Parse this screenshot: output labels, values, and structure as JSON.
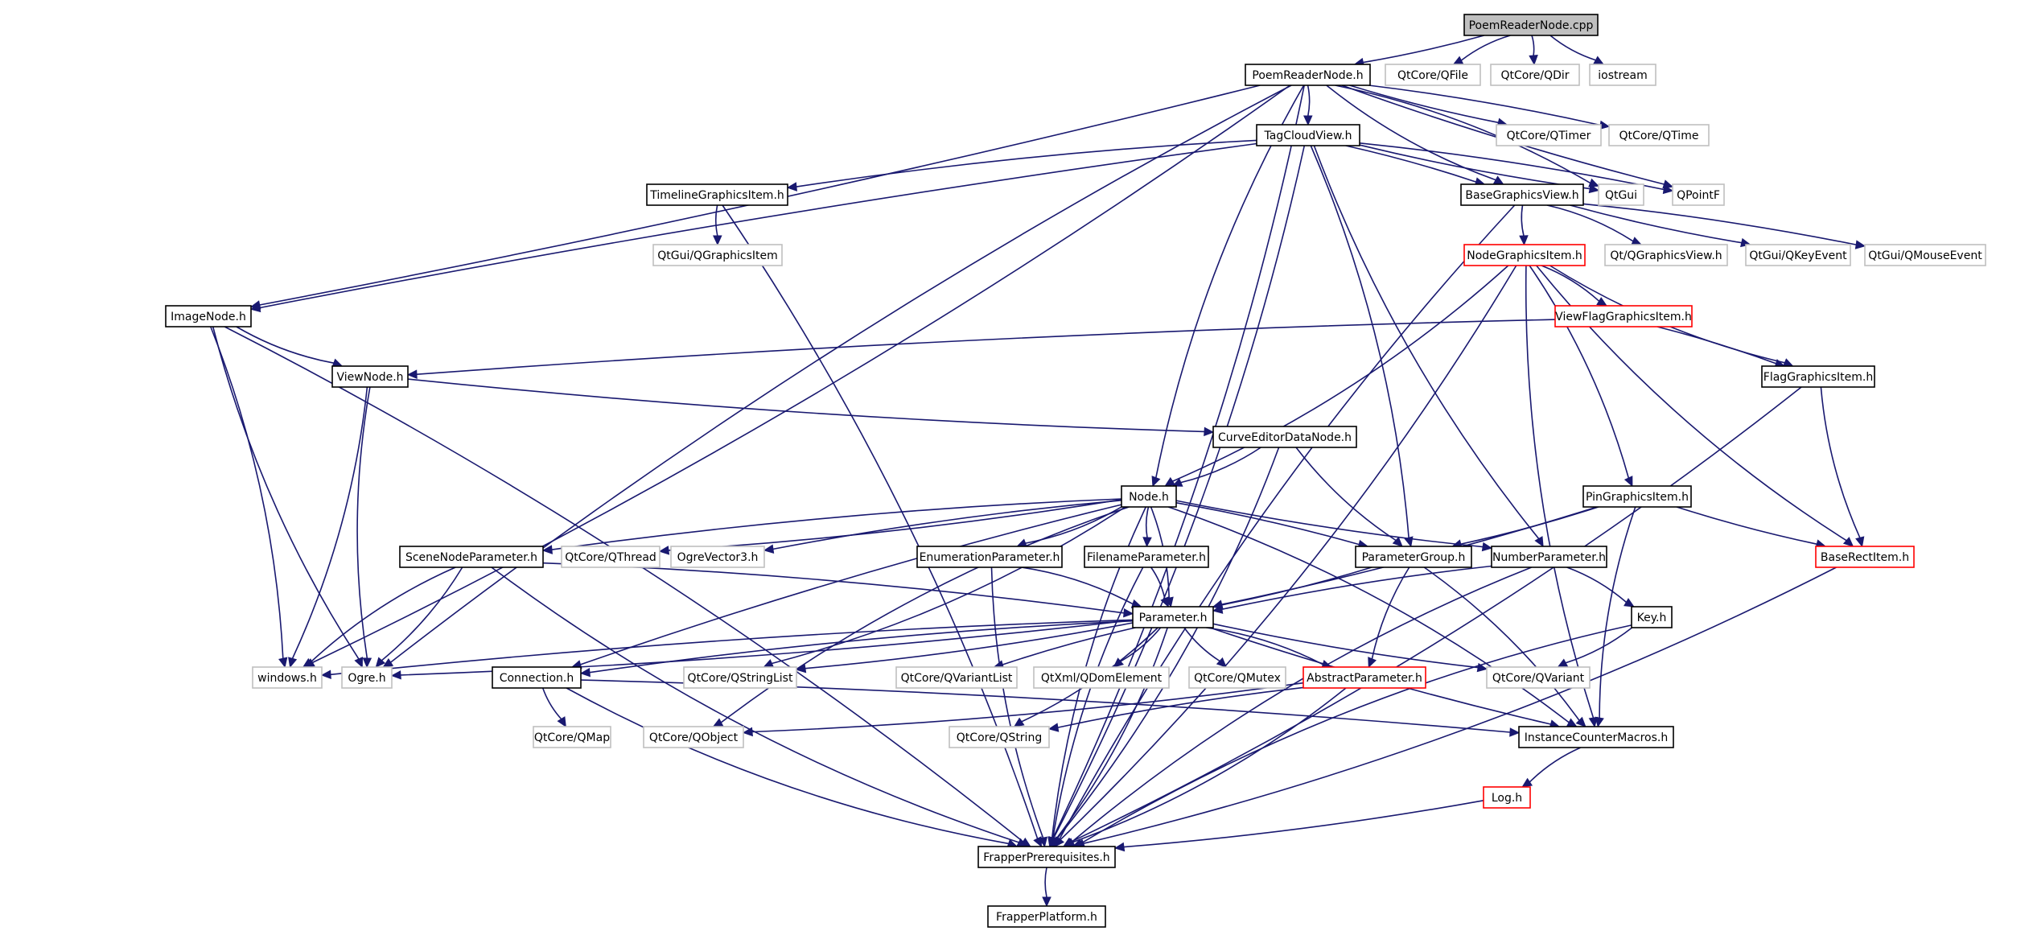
{
  "diagram": {
    "nodes": [
      {
        "id": "poemreadernode_cpp",
        "label": "PoemReaderNode.cpp",
        "style": "root"
      },
      {
        "id": "poemreadernode_h",
        "label": "PoemReaderNode.h",
        "style": "normal"
      },
      {
        "id": "qtcore_qfile",
        "label": "QtCore/QFile",
        "style": "external"
      },
      {
        "id": "qtcore_qdir",
        "label": "QtCore/QDir",
        "style": "external"
      },
      {
        "id": "iostream",
        "label": "iostream",
        "style": "external"
      },
      {
        "id": "tagcloudview_h",
        "label": "TagCloudView.h",
        "style": "normal"
      },
      {
        "id": "qtcore_qtimer",
        "label": "QtCore/QTimer",
        "style": "external"
      },
      {
        "id": "qtcore_qtime",
        "label": "QtCore/QTime",
        "style": "external"
      },
      {
        "id": "timelinegraphicsitem_h",
        "label": "TimelineGraphicsItem.h",
        "style": "normal"
      },
      {
        "id": "basegraphicsview_h",
        "label": "BaseGraphicsView.h",
        "style": "normal"
      },
      {
        "id": "qtgui",
        "label": "QtGui",
        "style": "external"
      },
      {
        "id": "qpointf",
        "label": "QPointF",
        "style": "external"
      },
      {
        "id": "qtgui_qgraphicsitem",
        "label": "QtGui/QGraphicsItem",
        "style": "external"
      },
      {
        "id": "nodegraphicsitem_h",
        "label": "NodeGraphicsItem.h",
        "style": "truncated"
      },
      {
        "id": "qt_qgraphicsview",
        "label": "Qt/QGraphicsView.h",
        "style": "external"
      },
      {
        "id": "qtgui_qkeyevent",
        "label": "QtGui/QKeyEvent",
        "style": "external"
      },
      {
        "id": "qtgui_qmouseevent",
        "label": "QtGui/QMouseEvent",
        "style": "external"
      },
      {
        "id": "imagenode_h",
        "label": "ImageNode.h",
        "style": "normal"
      },
      {
        "id": "viewflaggraphicsitem_h",
        "label": "ViewFlagGraphicsItem.h",
        "style": "truncated"
      },
      {
        "id": "viewnode_h",
        "label": "ViewNode.h",
        "style": "normal"
      },
      {
        "id": "flaggraphicsitem_h",
        "label": "FlagGraphicsItem.h",
        "style": "normal"
      },
      {
        "id": "curveeditordatanode_h",
        "label": "CurveEditorDataNode.h",
        "style": "normal"
      },
      {
        "id": "node_h",
        "label": "Node.h",
        "style": "normal"
      },
      {
        "id": "pingraphicsitem_h",
        "label": "PinGraphicsItem.h",
        "style": "normal"
      },
      {
        "id": "scenenodeparameter_h",
        "label": "SceneNodeParameter.h",
        "style": "normal"
      },
      {
        "id": "qtcore_qthread",
        "label": "QtCore/QThread",
        "style": "external"
      },
      {
        "id": "ogrevector3_h",
        "label": "OgreVector3.h",
        "style": "external"
      },
      {
        "id": "enumerationparameter_h",
        "label": "EnumerationParameter.h",
        "style": "normal"
      },
      {
        "id": "filenameparameter_h",
        "label": "FilenameParameter.h",
        "style": "normal"
      },
      {
        "id": "parametergroup_h",
        "label": "ParameterGroup.h",
        "style": "normal"
      },
      {
        "id": "numberparameter_h",
        "label": "NumberParameter.h",
        "style": "normal"
      },
      {
        "id": "baserectitem_h",
        "label": "BaseRectItem.h",
        "style": "truncated"
      },
      {
        "id": "key_h",
        "label": "Key.h",
        "style": "normal"
      },
      {
        "id": "parameter_h",
        "label": "Parameter.h",
        "style": "normal"
      },
      {
        "id": "windows_h",
        "label": "windows.h",
        "style": "external"
      },
      {
        "id": "ogre_h",
        "label": "Ogre.h",
        "style": "external"
      },
      {
        "id": "connection_h",
        "label": "Connection.h",
        "style": "normal"
      },
      {
        "id": "qtcore_qstringlist",
        "label": "QtCore/QStringList",
        "style": "external"
      },
      {
        "id": "qtcore_qvariantlist",
        "label": "QtCore/QVariantList",
        "style": "external"
      },
      {
        "id": "qtxml_qdomelement",
        "label": "QtXml/QDomElement",
        "style": "external"
      },
      {
        "id": "qtcore_qmutex",
        "label": "QtCore/QMutex",
        "style": "external"
      },
      {
        "id": "abstractparameter_h",
        "label": "AbstractParameter.h",
        "style": "truncated"
      },
      {
        "id": "qtcore_qvariant",
        "label": "QtCore/QVariant",
        "style": "external"
      },
      {
        "id": "qtcore_qmap",
        "label": "QtCore/QMap",
        "style": "external"
      },
      {
        "id": "qtcore_qobject",
        "label": "QtCore/QObject",
        "style": "external"
      },
      {
        "id": "qtcore_qstring",
        "label": "QtCore/QString",
        "style": "external"
      },
      {
        "id": "instancecountermacros_h",
        "label": "InstanceCounterMacros.h",
        "style": "normal"
      },
      {
        "id": "log_h",
        "label": "Log.h",
        "style": "truncated"
      },
      {
        "id": "frapperprerequisites_h",
        "label": "FrapperPrerequisites.h",
        "style": "normal"
      },
      {
        "id": "frapperplatform_h",
        "label": "FrapperPlatform.h",
        "style": "normal"
      }
    ],
    "edges": [
      [
        "poemreadernode_cpp",
        "poemreadernode_h"
      ],
      [
        "poemreadernode_cpp",
        "qtcore_qfile"
      ],
      [
        "poemreadernode_cpp",
        "qtcore_qdir"
      ],
      [
        "poemreadernode_cpp",
        "iostream"
      ],
      [
        "poemreadernode_h",
        "tagcloudview_h"
      ],
      [
        "poemreadernode_h",
        "qtcore_qtimer"
      ],
      [
        "poemreadernode_h",
        "qtcore_qtime"
      ],
      [
        "poemreadernode_h",
        "basegraphicsview_h"
      ],
      [
        "poemreadernode_h",
        "qtgui"
      ],
      [
        "poemreadernode_h",
        "qpointf"
      ],
      [
        "poemreadernode_h",
        "imagenode_h"
      ],
      [
        "poemreadernode_h",
        "node_h"
      ],
      [
        "poemreadernode_h",
        "windows_h"
      ],
      [
        "poemreadernode_h",
        "ogre_h"
      ],
      [
        "poemreadernode_h",
        "frapperprerequisites_h"
      ],
      [
        "tagcloudview_h",
        "timelinegraphicsitem_h"
      ],
      [
        "tagcloudview_h",
        "basegraphicsview_h"
      ],
      [
        "tagcloudview_h",
        "qtgui"
      ],
      [
        "tagcloudview_h",
        "qpointf"
      ],
      [
        "tagcloudview_h",
        "imagenode_h"
      ],
      [
        "tagcloudview_h",
        "parametergroup_h"
      ],
      [
        "tagcloudview_h",
        "numberparameter_h"
      ],
      [
        "tagcloudview_h",
        "frapperprerequisites_h"
      ],
      [
        "timelinegraphicsitem_h",
        "qtgui_qgraphicsitem"
      ],
      [
        "timelinegraphicsitem_h",
        "frapperprerequisites_h"
      ],
      [
        "basegraphicsview_h",
        "nodegraphicsitem_h"
      ],
      [
        "basegraphicsview_h",
        "qt_qgraphicsview"
      ],
      [
        "basegraphicsview_h",
        "qtgui_qkeyevent"
      ],
      [
        "basegraphicsview_h",
        "qtgui_qmouseevent"
      ],
      [
        "basegraphicsview_h",
        "frapperprerequisites_h"
      ],
      [
        "nodegraphicsitem_h",
        "viewflaggraphicsitem_h"
      ],
      [
        "nodegraphicsitem_h",
        "flaggraphicsitem_h"
      ],
      [
        "nodegraphicsitem_h",
        "pingraphicsitem_h"
      ],
      [
        "nodegraphicsitem_h",
        "baserectitem_h"
      ],
      [
        "nodegraphicsitem_h",
        "node_h"
      ],
      [
        "nodegraphicsitem_h",
        "instancecountermacros_h"
      ],
      [
        "nodegraphicsitem_h",
        "frapperprerequisites_h"
      ],
      [
        "viewflaggraphicsitem_h",
        "viewnode_h"
      ],
      [
        "viewflaggraphicsitem_h",
        "flaggraphicsitem_h"
      ],
      [
        "flaggraphicsitem_h",
        "baserectitem_h"
      ],
      [
        "flaggraphicsitem_h",
        "frapperprerequisites_h"
      ],
      [
        "imagenode_h",
        "viewnode_h"
      ],
      [
        "imagenode_h",
        "windows_h"
      ],
      [
        "imagenode_h",
        "ogre_h"
      ],
      [
        "imagenode_h",
        "frapperprerequisites_h"
      ],
      [
        "viewnode_h",
        "curveeditordatanode_h"
      ],
      [
        "viewnode_h",
        "windows_h"
      ],
      [
        "viewnode_h",
        "ogre_h"
      ],
      [
        "curveeditordatanode_h",
        "node_h"
      ],
      [
        "curveeditordatanode_h",
        "parametergroup_h"
      ],
      [
        "curveeditordatanode_h",
        "frapperprerequisites_h"
      ],
      [
        "node_h",
        "scenenodeparameter_h"
      ],
      [
        "node_h",
        "qtcore_qthread"
      ],
      [
        "node_h",
        "ogrevector3_h"
      ],
      [
        "node_h",
        "enumerationparameter_h"
      ],
      [
        "node_h",
        "filenameparameter_h"
      ],
      [
        "node_h",
        "parametergroup_h"
      ],
      [
        "node_h",
        "numberparameter_h"
      ],
      [
        "node_h",
        "parameter_h"
      ],
      [
        "node_h",
        "connection_h"
      ],
      [
        "node_h",
        "qtcore_qstringlist"
      ],
      [
        "node_h",
        "qtcore_qobject"
      ],
      [
        "node_h",
        "instancecountermacros_h"
      ],
      [
        "node_h",
        "frapperprerequisites_h"
      ],
      [
        "pingraphicsitem_h",
        "parametergroup_h"
      ],
      [
        "pingraphicsitem_h",
        "baserectitem_h"
      ],
      [
        "pingraphicsitem_h",
        "parameter_h"
      ],
      [
        "pingraphicsitem_h",
        "instancecountermacros_h"
      ],
      [
        "scenenodeparameter_h",
        "parameter_h"
      ],
      [
        "scenenodeparameter_h",
        "windows_h"
      ],
      [
        "scenenodeparameter_h",
        "ogre_h"
      ],
      [
        "scenenodeparameter_h",
        "frapperprerequisites_h"
      ],
      [
        "enumerationparameter_h",
        "parameter_h"
      ],
      [
        "enumerationparameter_h",
        "frapperprerequisites_h"
      ],
      [
        "filenameparameter_h",
        "parameter_h"
      ],
      [
        "filenameparameter_h",
        "frapperprerequisites_h"
      ],
      [
        "parametergroup_h",
        "parameter_h"
      ],
      [
        "parametergroup_h",
        "abstractparameter_h"
      ],
      [
        "parametergroup_h",
        "instancecountermacros_h"
      ],
      [
        "numberparameter_h",
        "parameter_h"
      ],
      [
        "numberparameter_h",
        "key_h"
      ],
      [
        "numberparameter_h",
        "frapperprerequisites_h"
      ],
      [
        "key_h",
        "qtcore_qvariant"
      ],
      [
        "key_h",
        "frapperprerequisites_h"
      ],
      [
        "baserectitem_h",
        "frapperprerequisites_h"
      ],
      [
        "parameter_h",
        "windows_h"
      ],
      [
        "parameter_h",
        "ogre_h"
      ],
      [
        "parameter_h",
        "connection_h"
      ],
      [
        "parameter_h",
        "qtcore_qstringlist"
      ],
      [
        "parameter_h",
        "qtcore_qvariantlist"
      ],
      [
        "parameter_h",
        "qtxml_qdomelement"
      ],
      [
        "parameter_h",
        "qtcore_qmutex"
      ],
      [
        "parameter_h",
        "abstractparameter_h"
      ],
      [
        "parameter_h",
        "qtcore_qvariant"
      ],
      [
        "parameter_h",
        "qtcore_qstring"
      ],
      [
        "parameter_h",
        "instancecountermacros_h"
      ],
      [
        "parameter_h",
        "frapperprerequisites_h"
      ],
      [
        "connection_h",
        "qtcore_qmap"
      ],
      [
        "connection_h",
        "instancecountermacros_h"
      ],
      [
        "connection_h",
        "frapperprerequisites_h"
      ],
      [
        "abstractparameter_h",
        "qtcore_qobject"
      ],
      [
        "abstractparameter_h",
        "qtcore_qstring"
      ],
      [
        "abstractparameter_h",
        "frapperprerequisites_h"
      ],
      [
        "instancecountermacros_h",
        "log_h"
      ],
      [
        "log_h",
        "frapperprerequisites_h"
      ],
      [
        "frapperprerequisites_h",
        "frapperplatform_h"
      ]
    ]
  }
}
